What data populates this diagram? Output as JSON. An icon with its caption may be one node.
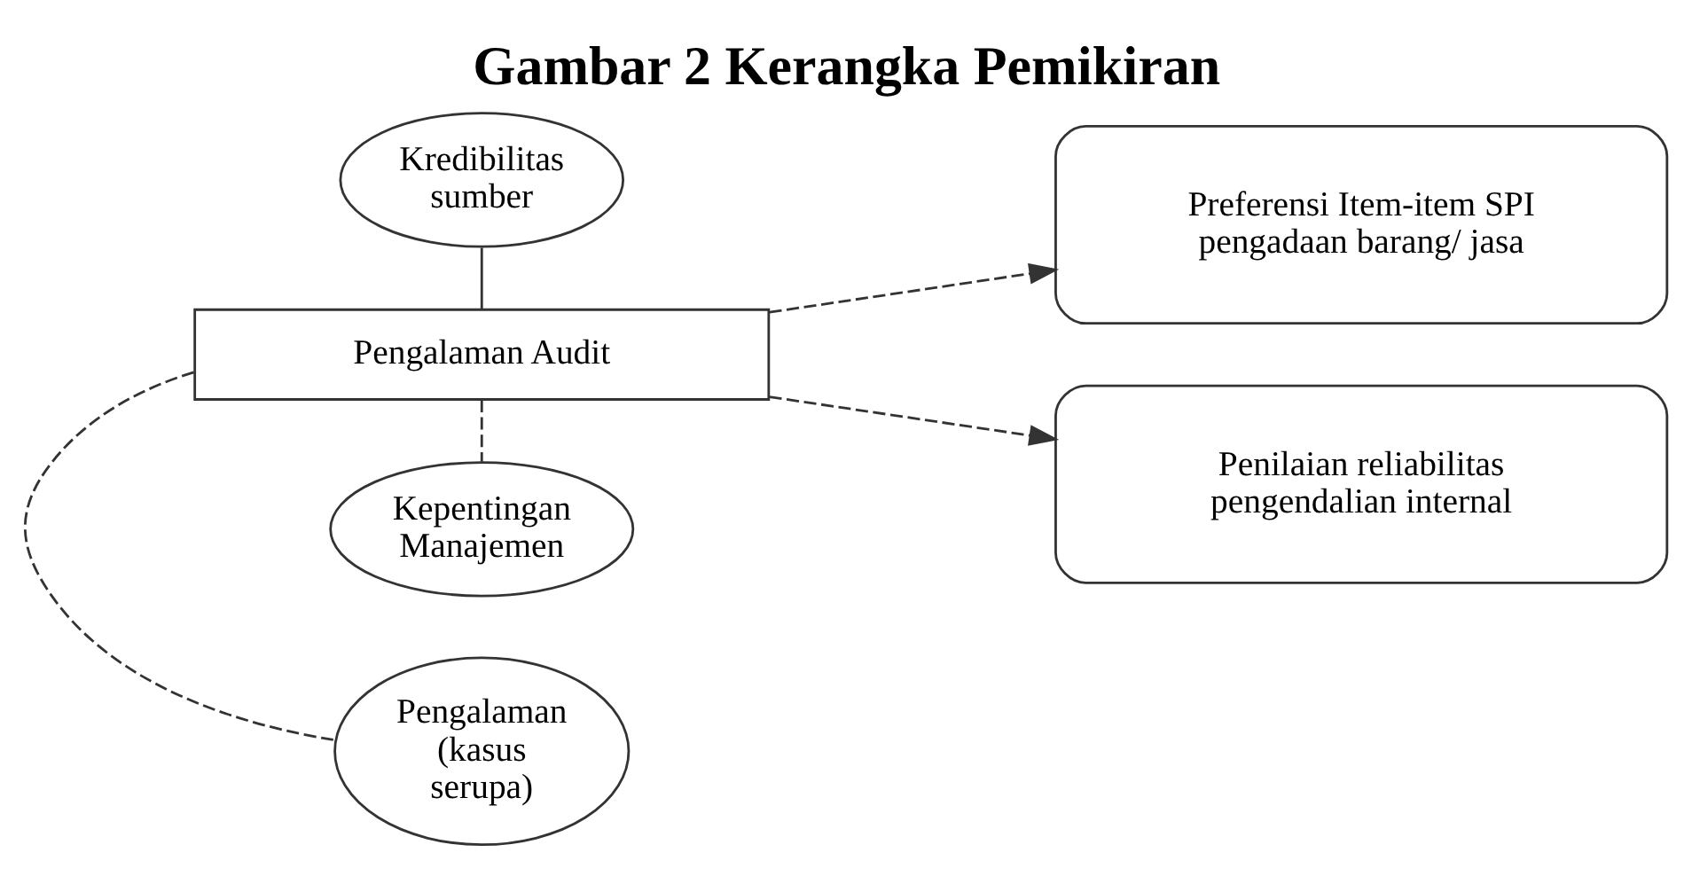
{
  "diagram": {
    "title": "Gambar 2 Kerangka Pemikiran",
    "nodes": [
      {
        "text": [
          "Kredibilitas sumber"
        ]
      },
      {
        "text": [
          "Pengalaman Audit"
        ]
      },
      {
        "text": [
          "Preferensi Item-item SPI pengadaan barang/ jasa"
        ]
      },
      {
        "text": [
          "Penilaian reliabilitas pengendalian internal"
        ]
      },
      {
        "text": [
          "Pengalaman (kasus serupa)"
        ]
      },
      {
        "text": [
          "Kepentingan Manajemen"
        ]
      }
    ],
    "edges": [
      {
        "from": 0,
        "to": 1,
        "arrow": "none"
      },
      {
        "from": 1,
        "to": 2,
        "arrow": "to",
        "style": "dashed"
      },
      {
        "from": 1,
        "to": 3,
        "arrow": "to",
        "style": "dashed"
      },
      {
        "from": 1,
        "to": 4,
        "arrow": "none",
        "style": "dashed"
      },
      {
        "from": 1,
        "to": 5,
        "arrow": "none",
        "style": "dashed"
      }
    ]
  }
}
